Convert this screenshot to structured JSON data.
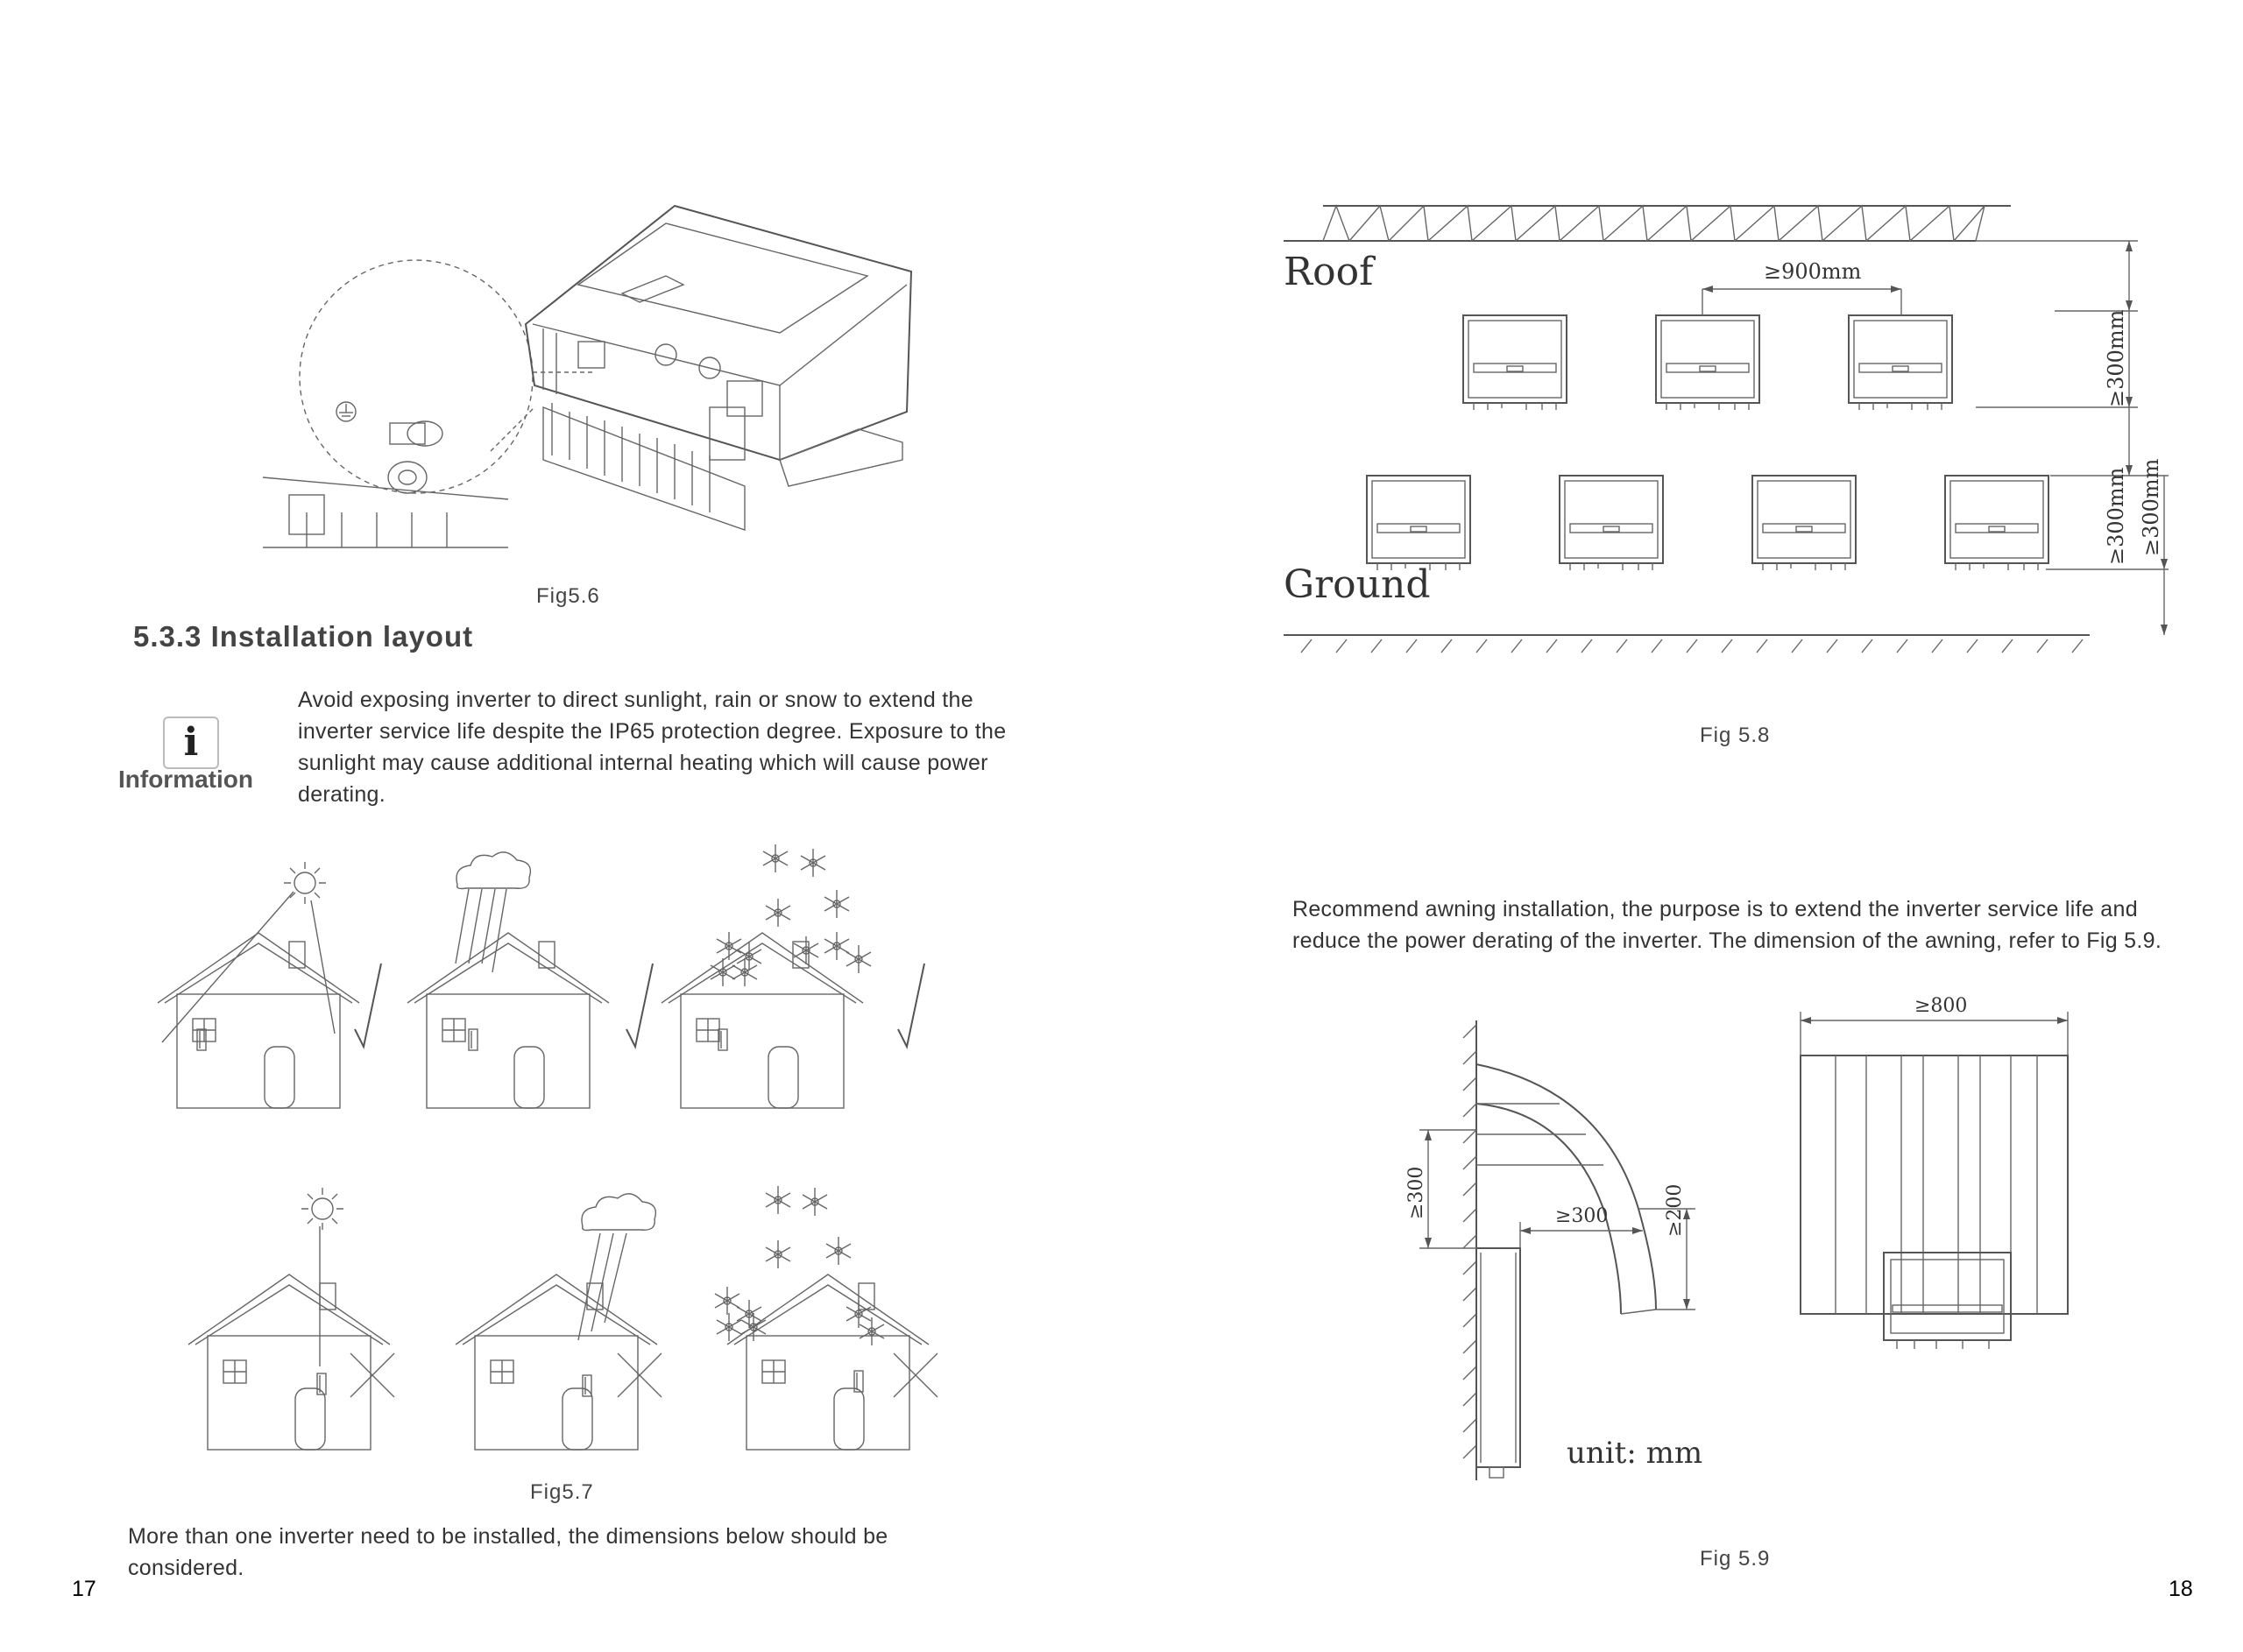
{
  "left_page": {
    "fig56_caption": "Fig5.6",
    "section_heading": "5.3.3 Installation layout",
    "info_label": "Information",
    "info_icon_glyph": "i",
    "info_text": "Avoid exposing inverter to direct sunlight, rain or snow to extend the inverter service life despite the IP65 protection degree. Exposure to the sunlight may cause additional internal heating which will cause power derating.",
    "fig57_caption": "Fig5.7",
    "bottom_text": "More than one inverter need to be installed, the dimensions below should be considered.",
    "page_number": "17"
  },
  "right_page": {
    "fig58": {
      "roof_label": "Roof",
      "ground_label": "Ground",
      "horizontal_gap": "≥900mm",
      "vertical_gap_top": "≥300mm",
      "vertical_gap_mid": "≥300mm",
      "vertical_gap_ground": "≥300mm",
      "caption": "Fig 5.8"
    },
    "awning_text": "Recommend awning installation, the purpose is to extend the inverter service life and reduce the power derating of the inverter. The dimension of the awning, refer to Fig 5.9.",
    "fig59": {
      "dim_width": "≥800",
      "dim_height_left": "≥300",
      "dim_depth": "≥300",
      "dim_height_right": "≥200",
      "unit_label": "unit: mm",
      "caption": "Fig 5.9"
    },
    "page_number": "18"
  },
  "icons": [
    "info-icon",
    "sun-icon",
    "cloud-icon",
    "snowflake-icon",
    "check-mark-icon",
    "cross-mark-icon",
    "ground-screw-icon"
  ]
}
